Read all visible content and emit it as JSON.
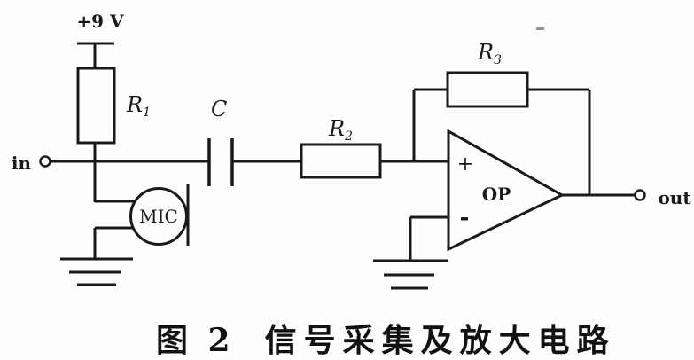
{
  "figure": {
    "supply_label": "+9 V",
    "input_label": "in",
    "output_label": "out",
    "r1": {
      "name": "R",
      "sub": "1"
    },
    "r2": {
      "name": "R",
      "sub": "2"
    },
    "r3": {
      "name": "R",
      "sub": "3"
    },
    "capacitor_label": "C",
    "mic_label": "MIC",
    "opamp_label": "OP",
    "opamp_noninverting": "+",
    "opamp_inverting": "-"
  },
  "caption": {
    "figure_no": "图 2",
    "title": "信号采集及放大电路"
  },
  "colors": {
    "ink": "#1a1a1a",
    "paper": "#fefefe"
  }
}
